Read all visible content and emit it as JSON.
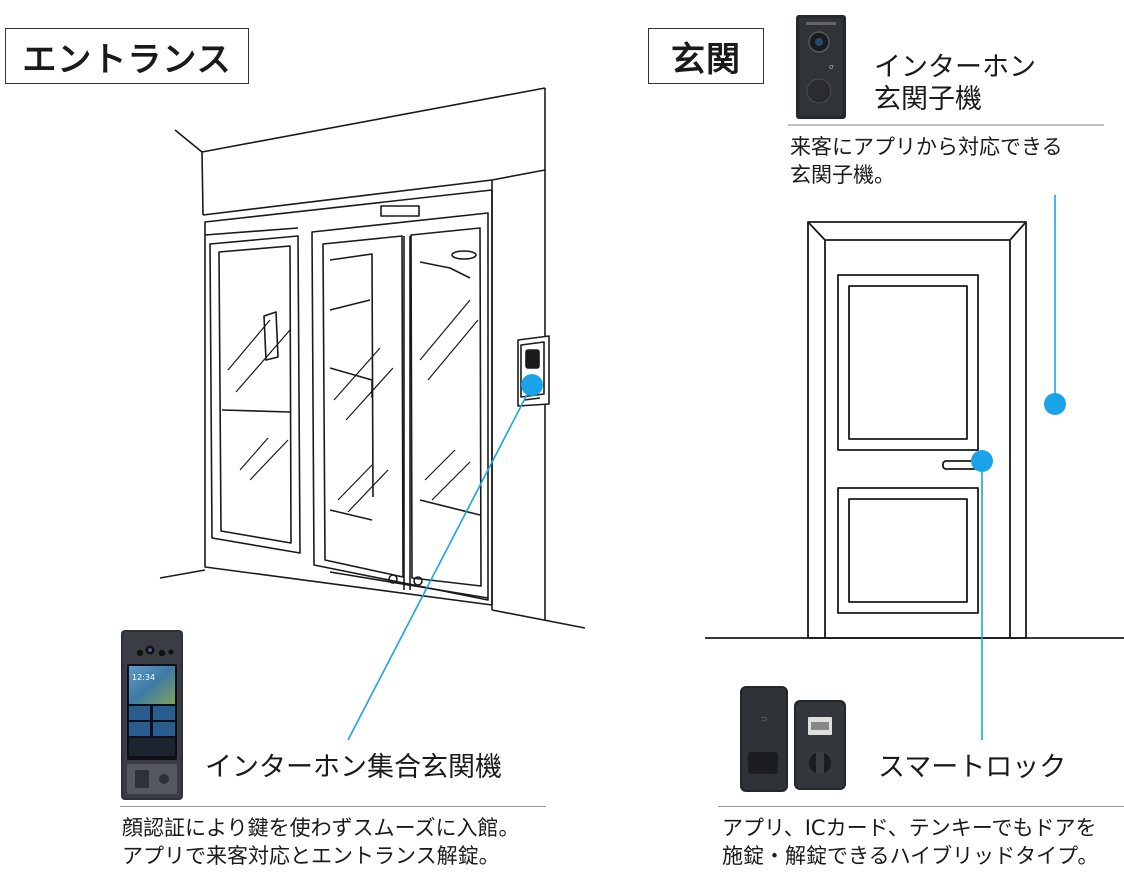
{
  "entrance": {
    "heading": "エントランス",
    "device_name": "インターホン集合玄関機",
    "description_line1": "顔認証により鍵を使わずスムーズに入館。",
    "description_line2": "アプリで来客対応とエントランス解錠。"
  },
  "genkan": {
    "heading": "玄関",
    "intercom_name_line1": "インターホン",
    "intercom_name_line2": "玄関子機",
    "intercom_desc_line1": "来客にアプリから対応できる",
    "intercom_desc_line2": "玄関子機。",
    "lock_name": "スマートロック",
    "lock_desc_line1": "アプリ、ICカード、テンキーでもドアを",
    "lock_desc_line2": "施錠・解錠できるハイブリッドタイプ。"
  },
  "panel_screen": {
    "time": "12:34"
  },
  "colors": {
    "accent": "#1aa3e8",
    "line": "#1a1a1a",
    "device_dark": "#2a2c30"
  }
}
